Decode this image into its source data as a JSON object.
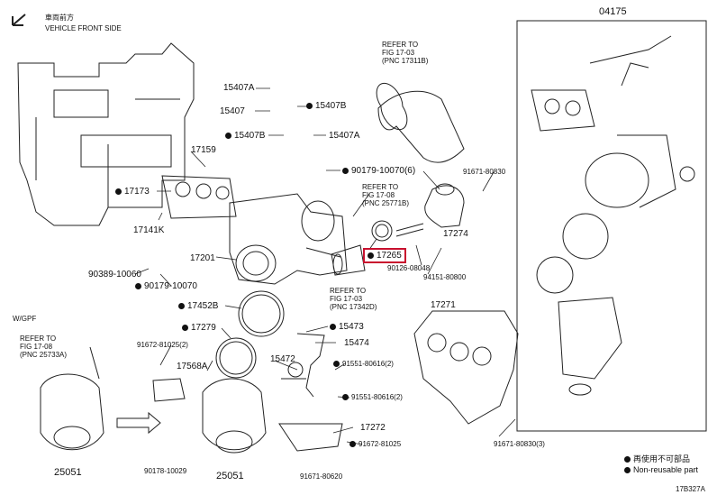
{
  "direction": {
    "cjk": "車両前方",
    "en": "VEHICLE FRONT SIDE"
  },
  "assembly": {
    "part": "04175"
  },
  "parts": {
    "p15407A_top": "15407A",
    "p15407": "15407",
    "p15407B_r": "15407B",
    "p15407B_l": "15407B",
    "p15407A_low": "15407A",
    "p17159": "17159",
    "p90179_6": "90179-10070(6)",
    "p17173": "17173",
    "p17141K": "17141K",
    "p17201": "17201",
    "p90389": "90389-10060",
    "p90179": "90179-10070",
    "p17452B": "17452B",
    "p17279": "17279",
    "p91672_2": "91672-81025(2)",
    "p17568A": "17568A",
    "p15472": "15472",
    "p15473": "15473",
    "p15474": "15474",
    "p91551_r": "91551-80616(2)",
    "p91551_l": "91551-80616(2)",
    "p17272": "17272",
    "p91672": "91672-81025",
    "p91671": "91671-80620",
    "p90178": "90178-10029",
    "p25051_l": "25051",
    "p25051_r": "25051",
    "p91671_830": "91671-80830",
    "p17274": "17274",
    "p17265": "17265",
    "p90126": "90126-08048",
    "p94151": "94151-80800",
    "p17271": "17271",
    "p91671_830_3": "91671-80830(3)"
  },
  "refs": {
    "r1": {
      "line1": "REFER TO",
      "line2": "FIG 17-03",
      "line3": "(PNC 17311B)"
    },
    "r2": {
      "line1": "REFER TO",
      "line2": "FIG 17-08",
      "line3": "(PNC 25771B)"
    },
    "r3": {
      "line1": "REFER TO",
      "line2": "FIG 17-03",
      "line3": "(PNC 17342D)"
    },
    "r4": {
      "line1": "REFER TO",
      "line2": "FIG 17-08",
      "line3": "(PNC 25733A)"
    }
  },
  "variant": {
    "label": "W/GPF"
  },
  "legend": {
    "cjk": "再使用不可部品",
    "en": "Non-reusable part"
  },
  "diagram_id": "17B327A",
  "highlight_color": "#c8102e"
}
